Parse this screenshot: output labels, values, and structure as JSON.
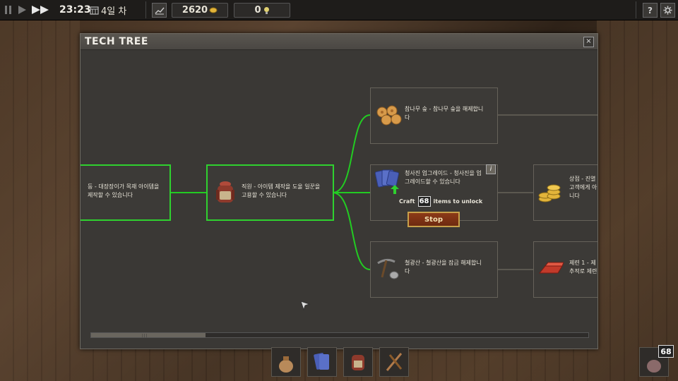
{
  "topbar": {
    "time": "23:23",
    "day": "4일 차",
    "gold": "2620",
    "ideas": "0"
  },
  "window": {
    "title": "TECH TREE",
    "close_label": "×"
  },
  "nodes": {
    "left_partial": {
      "text": "둥 - 대장장이가 목재 아이템을\n제작할 수 있습니다"
    },
    "workbench": {
      "text": "직원 - 아이템 제작을 도울 일꾼을\n고용할 수 있습니다"
    },
    "woodcutting": {
      "text": "참나무 숲 - 참나무 숲을 해제합니\n다"
    },
    "blueprint": {
      "text": "청사진 업그레이드 - 청사진을 업\n그레이드할 수 있습니다",
      "craft_prefix": "Craft",
      "craft_count": "68",
      "craft_suffix": "items to unlock",
      "stop_label": "Stop",
      "info_label": "i"
    },
    "mining": {
      "text": "철광산 - 철광산을 잠금 해제합니\n다"
    },
    "gold_partial": {
      "text": "상점 - 진열\n고객에게 아\n니다"
    },
    "iron_partial": {
      "text": "제련 1 - 제\n추적로 제련"
    }
  },
  "bottom": {
    "right_count": "68"
  },
  "colors": {
    "active_border": "#2fd12f",
    "connector": "#22cc22",
    "stop_button": "#8c3a18"
  }
}
